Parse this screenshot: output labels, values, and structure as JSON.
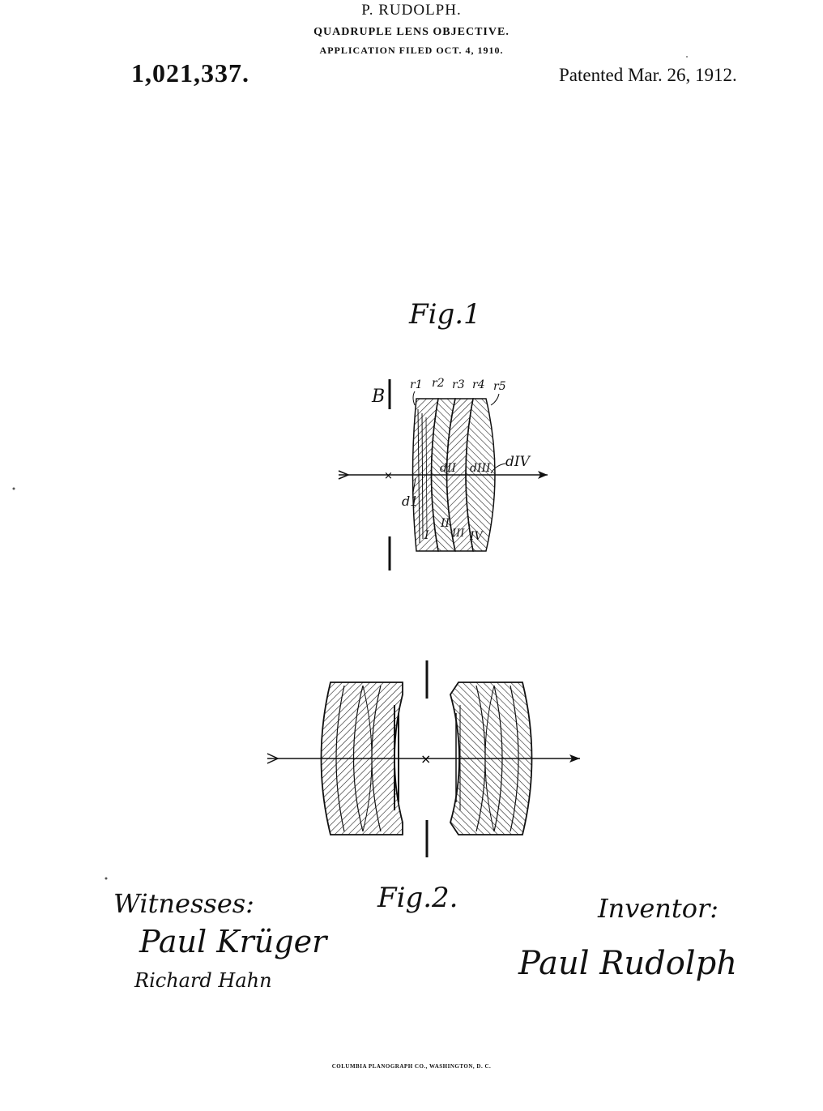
{
  "header": {
    "inventor": "P. RUDOLPH.",
    "title": "QUADRUPLE LENS OBJECTIVE.",
    "filed": "APPLICATION FILED OCT. 4, 1910.",
    "patent_number": "1,021,337.",
    "patented": "Patented Mar. 26, 1912."
  },
  "figure1": {
    "label": "Fig.1",
    "stop_label": "B",
    "radii": [
      "r1",
      "r2",
      "r3",
      "r4",
      "r5"
    ],
    "thickness_labels": [
      "d1",
      "dII",
      "dIII",
      "dIV"
    ],
    "lens_numerals": [
      "I",
      "II",
      "III",
      "IV"
    ]
  },
  "figure2": {
    "label": "Fig.2."
  },
  "witnesses": {
    "label": "Witnesses:",
    "signatures": [
      "Paul Krüger",
      "Richard Hahn"
    ]
  },
  "inventor_block": {
    "label": "Inventor:",
    "signature": "Paul Rudolph"
  },
  "footer": {
    "printer": "COLUMBIA PLANOGRAPH CO., WASHINGTON, D. C."
  }
}
